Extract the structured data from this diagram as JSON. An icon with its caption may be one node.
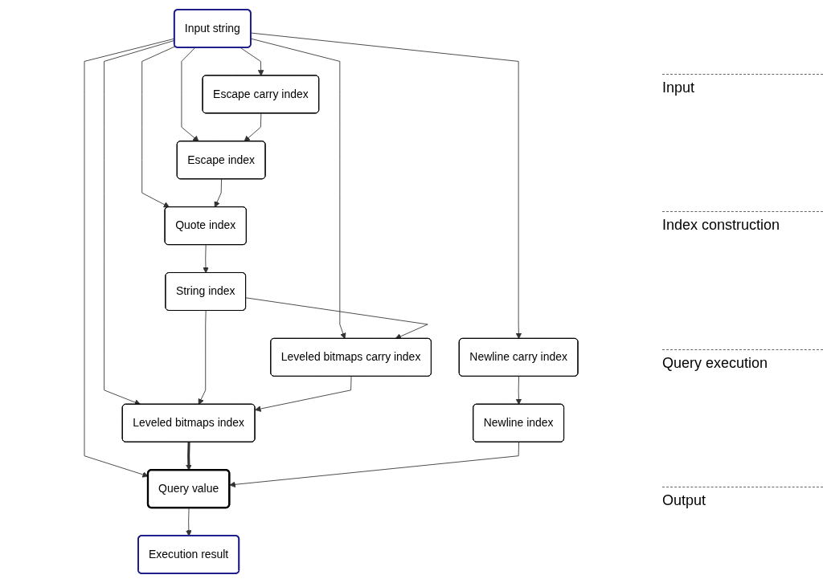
{
  "diagram": {
    "nodes": [
      {
        "text": [
          "Input string"
        ]
      },
      {
        "text": [
          "Escape carry index"
        ]
      },
      {
        "text": [
          "Newline carry index"
        ]
      },
      {
        "text": [
          "Escape index"
        ]
      },
      {
        "text": [
          "Newline index"
        ]
      },
      {
        "text": [
          "Quote index"
        ]
      },
      {
        "text": [
          "String index"
        ]
      },
      {
        "text": [
          "Leveled bitmaps carry index"
        ]
      },
      {
        "text": [
          "Leveled bitmaps index"
        ]
      },
      {
        "text": [
          "Query value"
        ]
      },
      {
        "text": [
          "Execution result"
        ]
      }
    ],
    "edges": [
      {
        "from": 0,
        "to": 1,
        "arrow": "to"
      },
      {
        "from": 0,
        "to": 2,
        "arrow": "to"
      },
      {
        "from": 0,
        "to": 3,
        "arrow": "to"
      },
      {
        "from": 0,
        "to": 5,
        "arrow": "to"
      },
      {
        "from": 0,
        "to": 7,
        "arrow": "to"
      },
      {
        "from": 0,
        "to": 8,
        "arrow": "to"
      },
      {
        "from": 0,
        "to": 9,
        "arrow": "to"
      },
      {
        "from": 1,
        "to": 3,
        "arrow": "to"
      },
      {
        "from": 2,
        "to": 4,
        "arrow": "to"
      },
      {
        "from": 3,
        "to": 5,
        "arrow": "to"
      },
      {
        "from": 5,
        "to": 6,
        "arrow": "to"
      },
      {
        "from": 6,
        "to": 7,
        "arrow": "to"
      },
      {
        "from": 6,
        "to": 8,
        "arrow": "to"
      },
      {
        "from": 7,
        "to": 8,
        "arrow": "to"
      },
      {
        "from": 8,
        "to": 9,
        "arrow": "to",
        "style": "thick"
      },
      {
        "from": 4,
        "to": 9,
        "arrow": "to"
      },
      {
        "from": 9,
        "to": 10,
        "arrow": "to"
      }
    ],
    "labels": [
      "Input",
      "Index construction",
      "Query execution",
      "Output"
    ]
  }
}
